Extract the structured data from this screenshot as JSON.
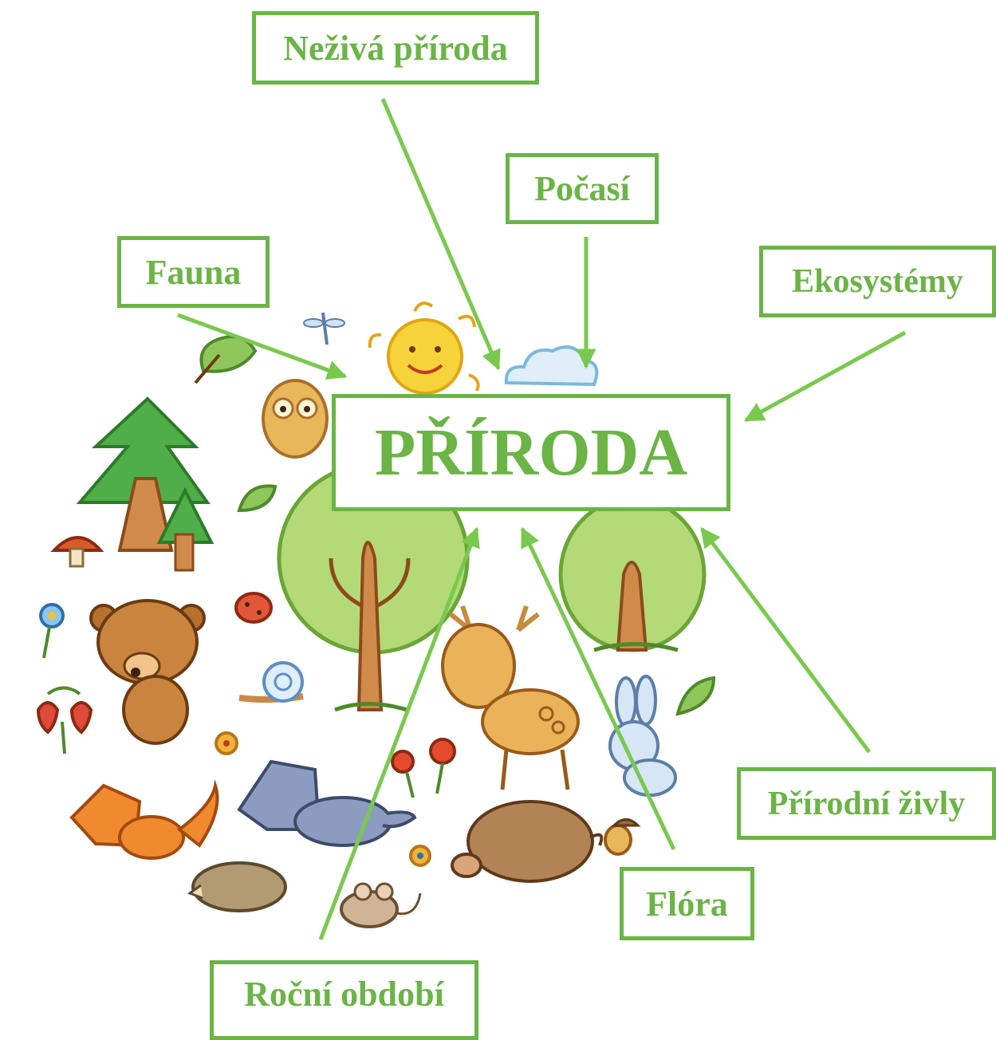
{
  "colors": {
    "accent": "#6bb446",
    "arrow": "#7ac94f"
  },
  "center": {
    "label": "PŘÍRODA"
  },
  "topics": {
    "nezziva_priroda": "Neživá příroda",
    "pocasi": "Počasí",
    "fauna": "Fauna",
    "ekosystemy": "Ekosystémy",
    "prirodni_zivly": "Přírodní živly",
    "flora": "Flóra",
    "rocni_obdobi": "Roční období"
  },
  "illustration": {
    "icons": [
      "sun-icon",
      "cloud-icon",
      "dragonfly-icon",
      "oak-leaf-icon",
      "owl-icon",
      "fir-tree-icon",
      "mushroom-icon",
      "leaf-icon",
      "deciduous-tree-icon",
      "bear-icon",
      "ladybug-icon",
      "snail-icon",
      "flower-icon",
      "strawberry-icon",
      "fox-icon",
      "wolf-icon",
      "hedgehog-icon",
      "mouse-icon",
      "deer-icon",
      "hare-icon",
      "boar-icon",
      "acorn-icon"
    ]
  }
}
